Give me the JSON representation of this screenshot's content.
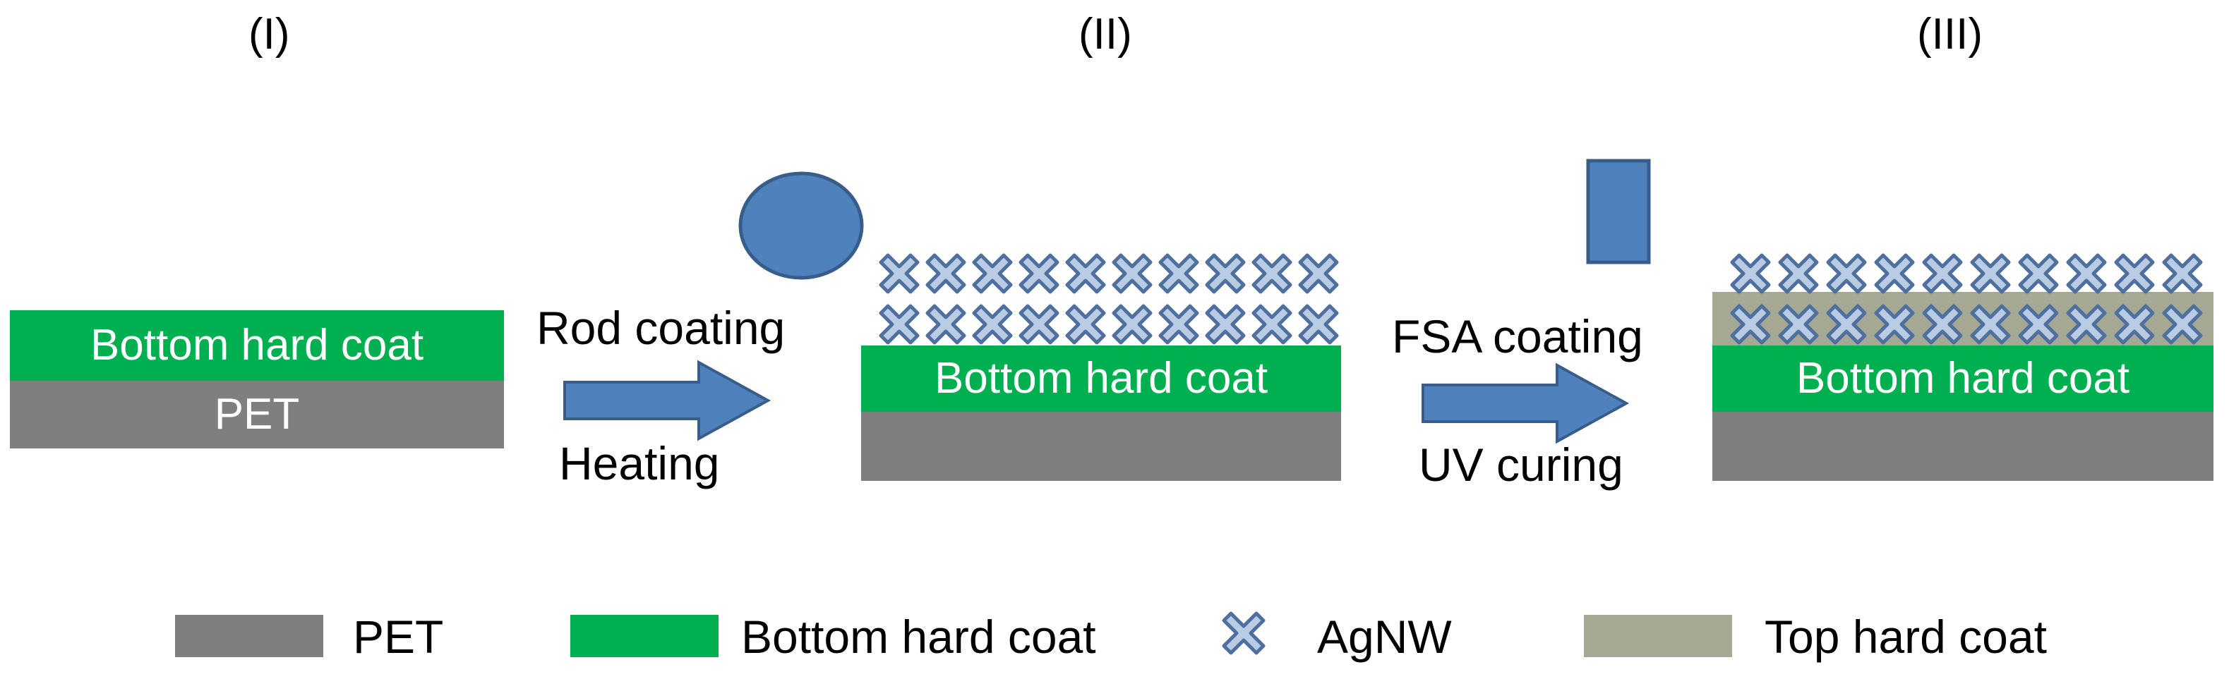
{
  "stages": [
    {
      "label": "(I)",
      "layers": {
        "bottom_coat": "Bottom hard coat",
        "substrate": "PET"
      }
    },
    {
      "label": "(II)",
      "layers": {
        "bottom_coat": "Bottom hard coat"
      }
    },
    {
      "label": "(III)",
      "layers": {
        "bottom_coat": "Bottom hard coat"
      }
    }
  ],
  "steps": [
    {
      "above": "Rod coating",
      "below": "Heating",
      "tool": "circle"
    },
    {
      "above": "FSA coating",
      "below": "UV curing",
      "tool": "rectangle"
    }
  ],
  "legend": [
    {
      "label": "PET",
      "swatch": "pet"
    },
    {
      "label": "Bottom hard coat",
      "swatch": "bottom"
    },
    {
      "label": "AgNW",
      "swatch": "agnw"
    },
    {
      "label": "Top hard coat",
      "swatch": "top"
    }
  ],
  "colors": {
    "pet": "#7f7f7f",
    "bottom_coat": "#00b050",
    "top_coat": "#a5a892",
    "arrow": "#4f81bd",
    "arrow_outline": "#385d8a",
    "agnw_fill": "#b8cce4",
    "agnw_outline": "#4f6f9f"
  },
  "icons": {
    "agnw": "x-cross-icon",
    "arrow": "arrow-right-icon"
  }
}
